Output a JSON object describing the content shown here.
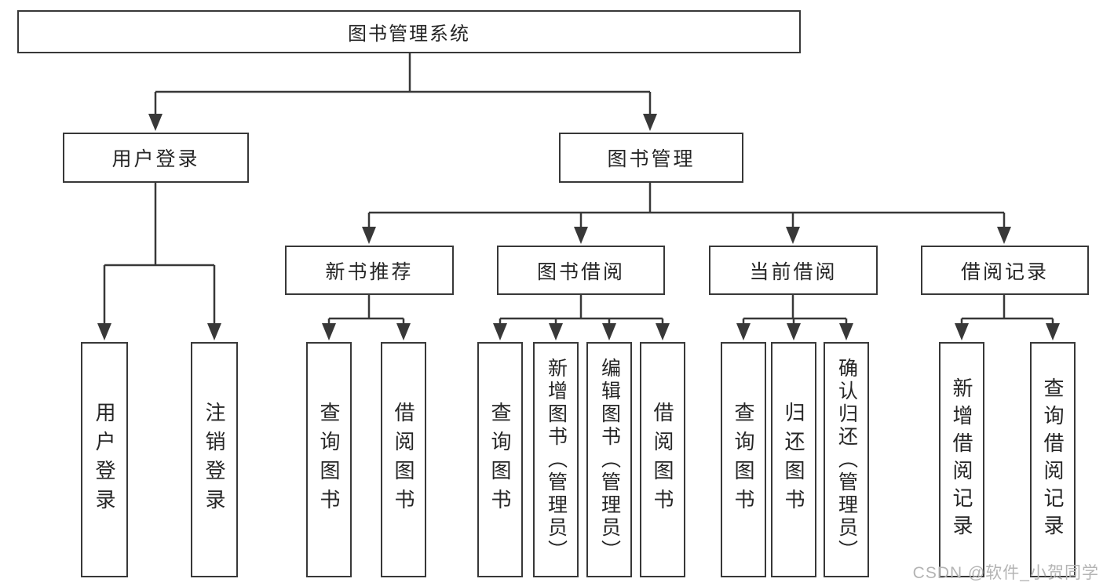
{
  "diagram_type": "hierarchy-tree",
  "colors": {
    "line": "#383838",
    "text": "#262626",
    "background": "#ffffff",
    "watermark": "#b4b4b4"
  },
  "tree": {
    "label": "图书管理系统",
    "children": [
      {
        "label": "用户登录",
        "children": [
          {
            "label": "用户登录"
          },
          {
            "label": "注销登录"
          }
        ]
      },
      {
        "label": "图书管理",
        "children": [
          {
            "label": "新书推荐",
            "children": [
              {
                "label": "查询图书"
              },
              {
                "label": "借阅图书"
              }
            ]
          },
          {
            "label": "图书借阅",
            "children": [
              {
                "label": "查询图书"
              },
              {
                "label": "新增图书（管理员）"
              },
              {
                "label": "编辑图书（管理员）"
              },
              {
                "label": "借阅图书"
              }
            ]
          },
          {
            "label": "当前借阅",
            "children": [
              {
                "label": "查询图书"
              },
              {
                "label": "归还图书"
              },
              {
                "label": "确认归还（管理员）"
              }
            ]
          },
          {
            "label": "借阅记录",
            "children": [
              {
                "label": "新增借阅记录"
              },
              {
                "label": "查询借阅记录"
              }
            ]
          }
        ]
      }
    ]
  },
  "watermark": {
    "text": "CSDN @软件_小贺同学"
  }
}
